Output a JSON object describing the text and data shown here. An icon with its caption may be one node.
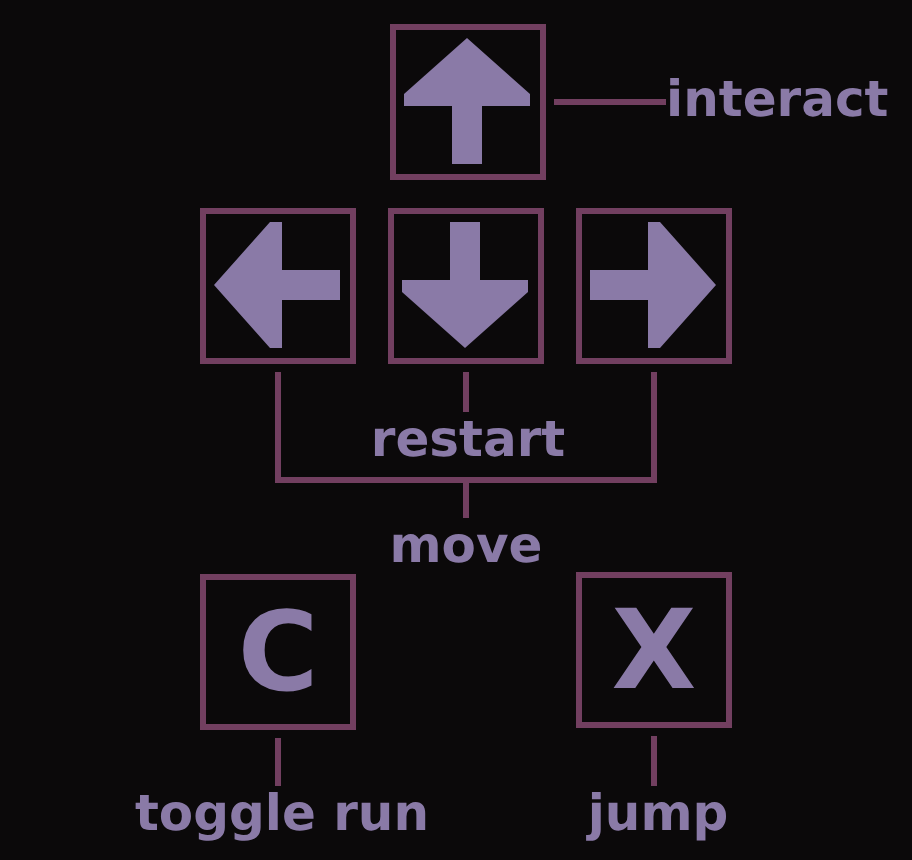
{
  "diagram": {
    "nodes": [
      {
        "text": [],
        "shape": "box"
      },
      {
        "text": [
          "interact"
        ]
      },
      {
        "text": [],
        "shape": "box"
      },
      {
        "text": [],
        "shape": "box"
      },
      {
        "text": [],
        "shape": "box"
      },
      {
        "text": [
          "restart"
        ]
      },
      {
        "text": [
          "move"
        ]
      },
      {
        "text": [
          "C"
        ]
      },
      {
        "text": [
          "X"
        ]
      },
      {
        "text": [
          "toggle run"
        ]
      },
      {
        "text": [
          "jump"
        ]
      }
    ],
    "edges": [
      {
        "from": 0,
        "to": 1,
        "arrow": "none"
      },
      {
        "from": 3,
        "to": 5,
        "arrow": "none"
      },
      {
        "from": 2,
        "to": 6,
        "arrow": "none"
      },
      {
        "from": 4,
        "to": 6,
        "arrow": "none"
      },
      {
        "from": 7,
        "to": 9,
        "arrow": "none"
      },
      {
        "from": 8,
        "to": 10,
        "arrow": "none"
      }
    ]
  }
}
